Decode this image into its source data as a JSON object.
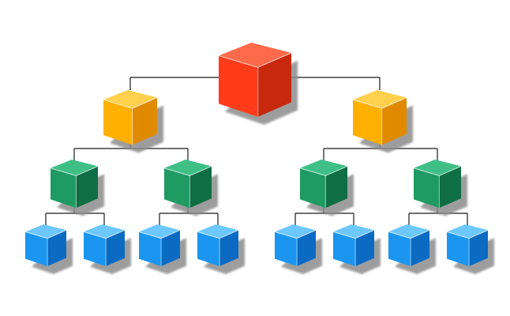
{
  "diagram": {
    "type": "hierarchy-tree",
    "levels": 4,
    "level_colors": [
      {
        "level": 1,
        "name": "red",
        "top": "#ff6a4a",
        "left": "#ff3b1a",
        "right": "#c8290e"
      },
      {
        "level": 2,
        "name": "orange",
        "top": "#ffd04d",
        "left": "#ffb000",
        "right": "#e08a00"
      },
      {
        "level": 3,
        "name": "green",
        "top": "#3fbf86",
        "left": "#1f9a62",
        "right": "#0f6e44"
      },
      {
        "level": 4,
        "name": "blue",
        "top": "#6cc8ff",
        "left": "#1a96f0",
        "right": "#0b6bc2"
      }
    ],
    "connector_color": "#1a1a1a",
    "shadow_color": "#8c8c8c",
    "nodes_per_level": [
      1,
      2,
      4,
      8
    ]
  }
}
